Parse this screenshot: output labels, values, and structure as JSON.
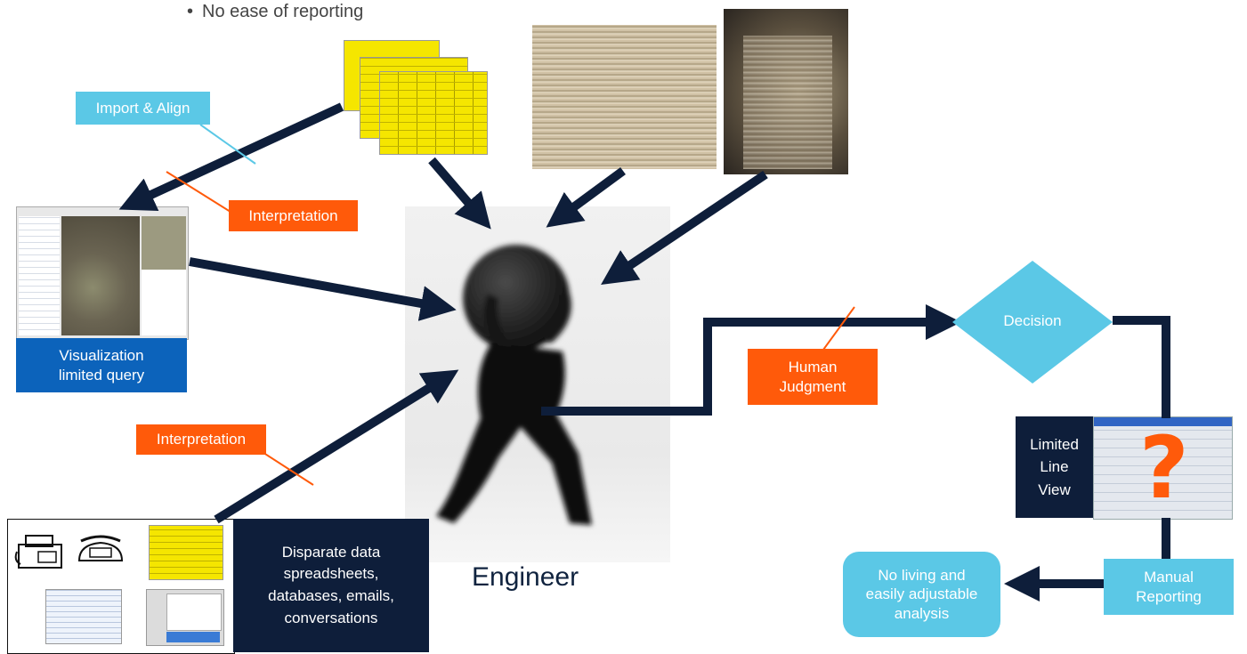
{
  "bullet": {
    "text": "No ease of reporting"
  },
  "labels": {
    "import_align": "Import & Align",
    "interpretation_top": "Interpretation",
    "interpretation_bottom": "Interpretation",
    "visualization_line1": "Visualization",
    "visualization_line2": "limited query",
    "human_line1": "Human",
    "human_line2": "Judgment",
    "decision": "Decision",
    "limited_line1": "Limited",
    "limited_line2": "Line",
    "limited_line3": "View",
    "manual_line1": "Manual",
    "manual_line2": "Reporting",
    "no_living_line1": "No living and",
    "no_living_line2": "easily adjustable",
    "no_living_line3": "analysis",
    "disparate_line1": "Disparate data",
    "disparate_line2": "spreadsheets,",
    "disparate_line3": "databases, emails,",
    "disparate_line4": "conversations",
    "engineer": "Engineer",
    "question_mark": "?"
  },
  "colors": {
    "navy": "#0e1e3a",
    "cyan": "#5bc8e6",
    "orange": "#ff5a0a",
    "blue": "#0c63bb",
    "spreadsheet_yellow": "#f5e600"
  },
  "icons": [
    "fax-machine-icon",
    "telephone-icon",
    "spreadsheet-icon",
    "map-software-icon",
    "paper-stacks-photo",
    "engineer-figure"
  ]
}
